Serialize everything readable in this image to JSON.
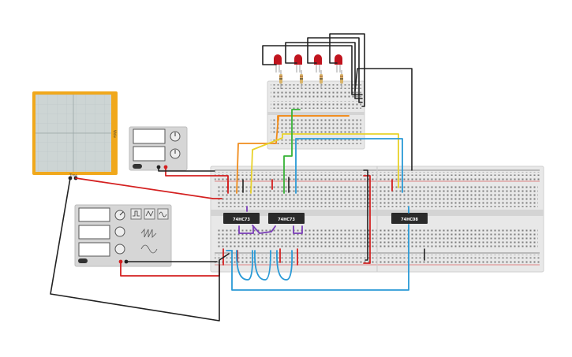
{
  "oscilloscope": {
    "side_label": "V/div",
    "bottom_label": "Time",
    "accent": "#f0a81c"
  },
  "chips": {
    "chip_1": "74HC73",
    "chip_2": "74HC73",
    "chip_3": "74HC08"
  },
  "leds": {
    "count": 4,
    "color": "#c0141e"
  },
  "icons": {
    "power_supply": "power-supply-icon",
    "function_generator": "function-generator-icon",
    "square_wave": "square-wave-icon",
    "triangle_wave": "triangle-wave-icon",
    "sine_wave": "sine-wave-icon"
  },
  "colors": {
    "wire_red": "#d42020",
    "wire_black": "#222222",
    "wire_orange": "#f08c1c",
    "wire_yellow": "#e8d22a",
    "wire_green": "#36b236",
    "wire_blue": "#2a9ad6",
    "wire_purple": "#7a3db8",
    "breadboard": "#e8e8e8"
  }
}
